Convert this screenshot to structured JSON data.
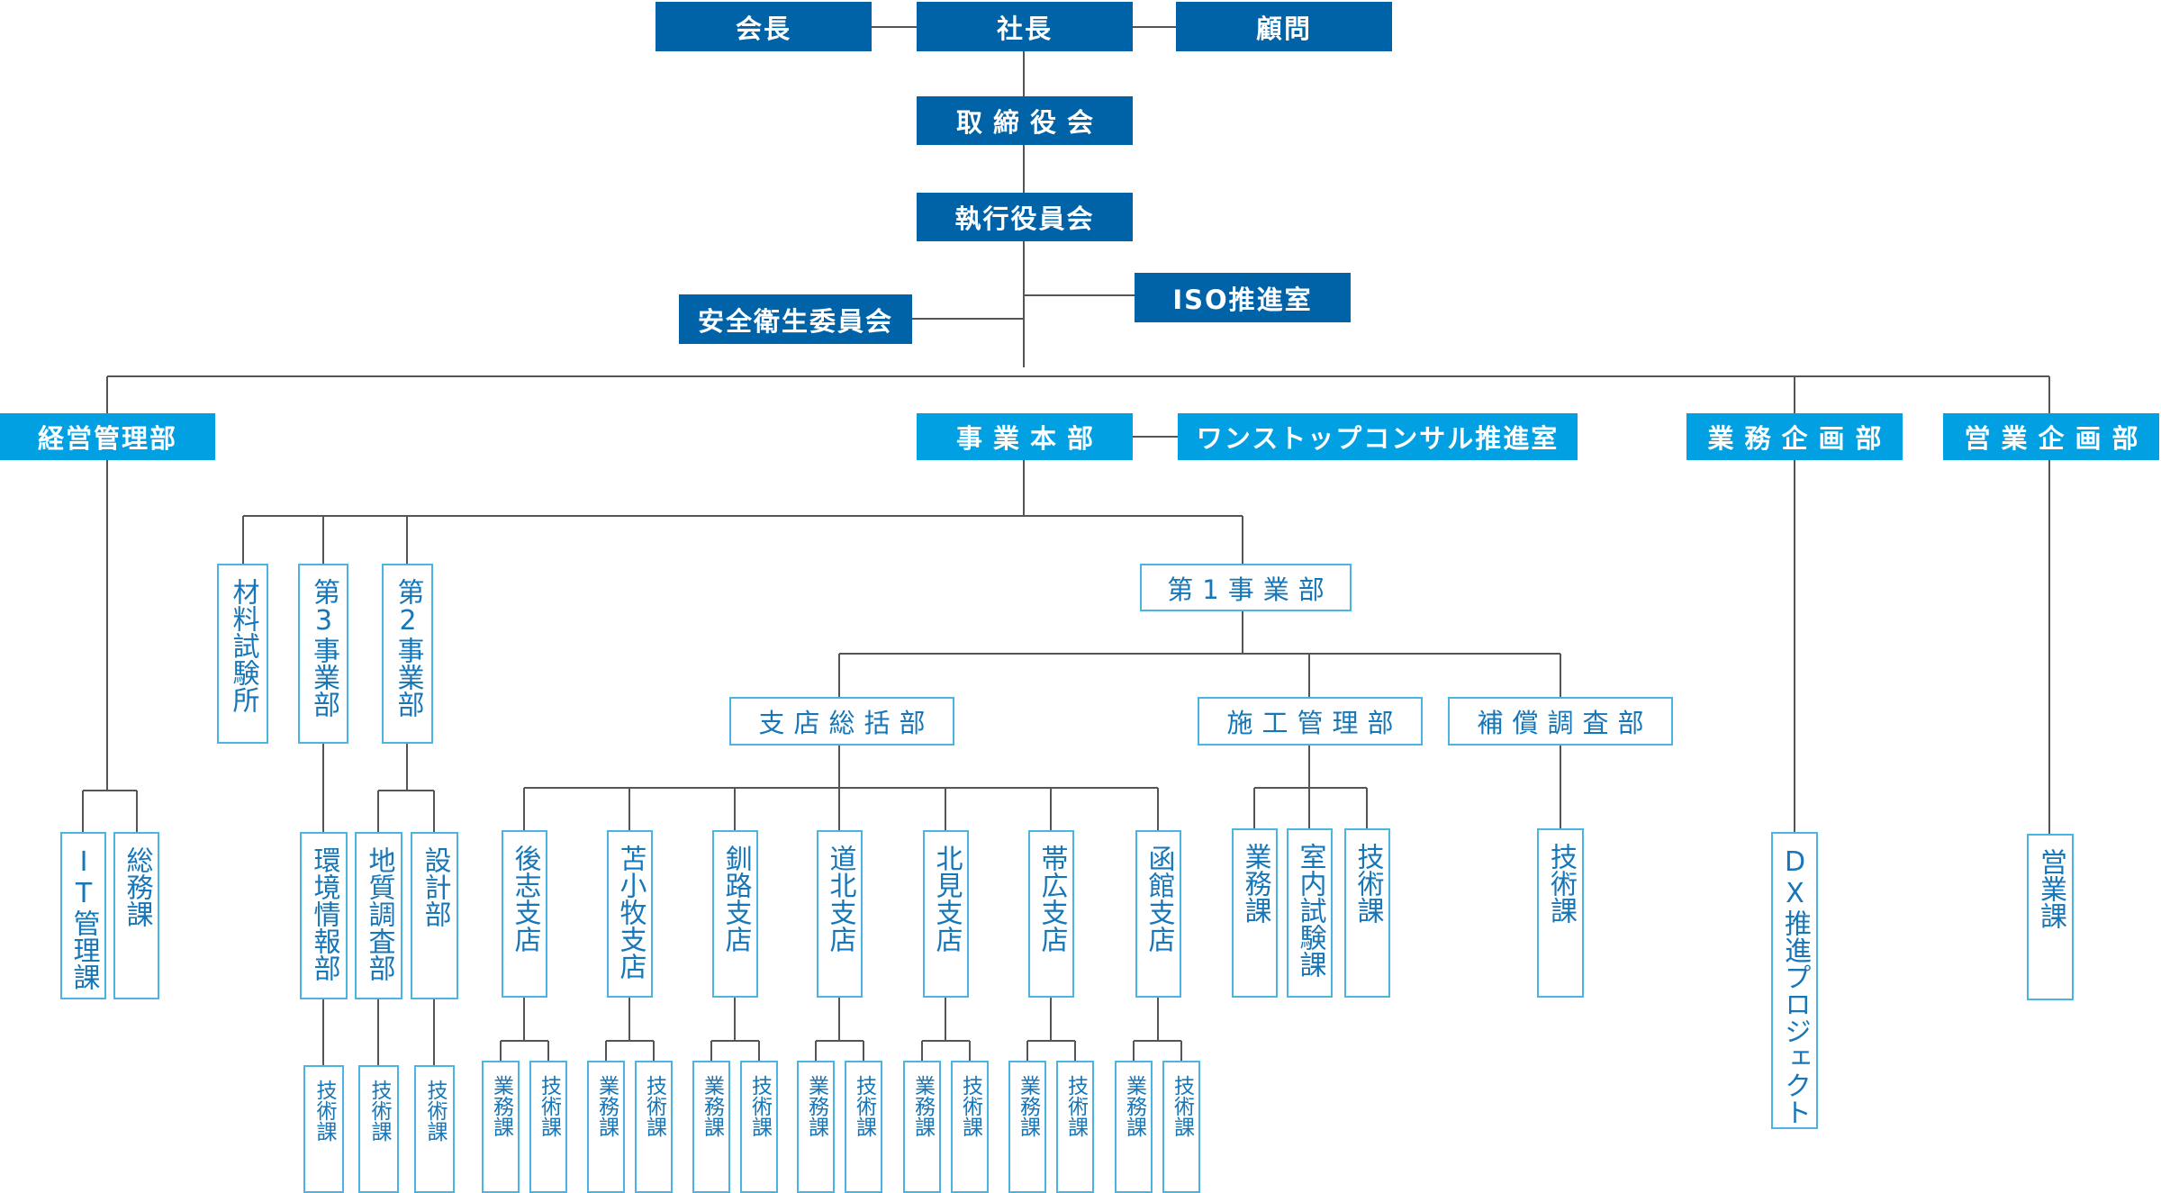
{
  "chart": {
    "top": {
      "chairman": "会長",
      "president": "社長",
      "advisor": "顧問"
    },
    "board": "取締役会",
    "executive_committee": "執行役員会",
    "safety_committee": "安全衛生委員会",
    "iso_office": "ISO推進室",
    "departments": {
      "management": "経営管理部",
      "operations_hq": "事業本部",
      "one_stop_office": "ワンストップコンサル推進室",
      "business_planning": "業務企画部",
      "sales_planning": "営業企画部"
    },
    "management_sections": {
      "it": "IT管理課",
      "general_affairs": "総務課"
    },
    "operations": {
      "materials_lab": "材料試験所",
      "division3": "第3事業部",
      "division2": "第2事業部",
      "division1": "第1事業部"
    },
    "division3_sub": {
      "environmental_info": "環境情報部",
      "technical": "技術課"
    },
    "division2_sub": {
      "geo_survey": "地質調査部",
      "geo_tech": "技術課",
      "design": "設計部",
      "design_tech": "技術課"
    },
    "division1_sub": {
      "branch_hq": "支店総括部",
      "construction_mgmt": "施工管理部",
      "compensation_survey": "補償調査部"
    },
    "branches": [
      {
        "name": "後志支店",
        "sections": [
          "業務課",
          "技術課"
        ]
      },
      {
        "name": "苫小牧支店",
        "sections": [
          "業務課",
          "技術課"
        ]
      },
      {
        "name": "釧路支店",
        "sections": [
          "業務課",
          "技術課"
        ]
      },
      {
        "name": "道北支店",
        "sections": [
          "業務課",
          "技術課"
        ]
      },
      {
        "name": "北見支店",
        "sections": [
          "業務課",
          "技術課"
        ]
      },
      {
        "name": "帯広支店",
        "sections": [
          "業務課",
          "技術課"
        ]
      },
      {
        "name": "函館支店",
        "sections": [
          "業務課",
          "技術課"
        ]
      }
    ],
    "construction_sections": {
      "business": "業務課",
      "indoor_testing": "室内試験課",
      "technical": "技術課"
    },
    "compensation_sections": {
      "technical": "技術課"
    },
    "dx_project": "DX推進プロジェクト",
    "sales_section": "営業課"
  },
  "colors": {
    "dark_box": "#0063a8",
    "light_box": "#00a0e3",
    "outline": "#4ab4e5",
    "outline_text": "#1776b8",
    "line": "#555555"
  }
}
